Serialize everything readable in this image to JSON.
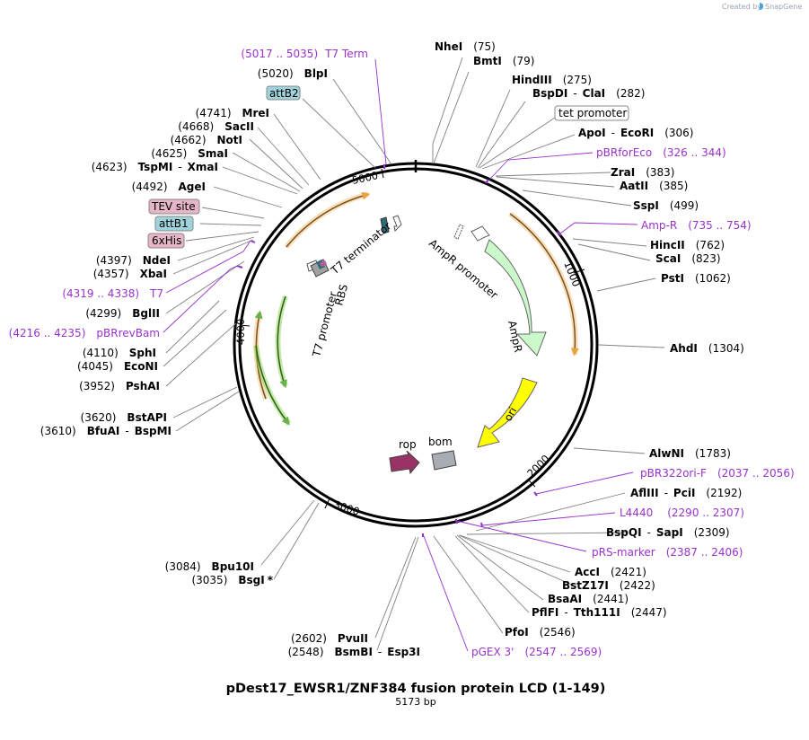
{
  "credit": "Created by",
  "brand": "SnapGene",
  "title": "pDest17_EWSR1/ZNF384 fusion protein LCD (1-149)",
  "length": "5173 bp",
  "ticks": [
    "1000",
    "2000",
    "3000",
    "4000",
    "5000"
  ],
  "right_labels": [
    {
      "name": "NheI",
      "pos": "(75)",
      "type": "enzyme"
    },
    {
      "name": "BmtI",
      "pos": "(79)",
      "type": "enzyme"
    },
    {
      "name": "HindIII",
      "pos": "(275)",
      "type": "enzyme"
    },
    {
      "name": "BspDI",
      "sep": "-",
      "name2": "ClaI",
      "pos": "(282)",
      "type": "enzyme"
    },
    {
      "name": "tet promoter",
      "type": "boxed"
    },
    {
      "name": "ApoI",
      "sep": "-",
      "name2": "EcoRI",
      "pos": "(306)",
      "type": "enzyme"
    },
    {
      "name": "pBRforEco",
      "pos": "(326 .. 344)",
      "type": "primer"
    },
    {
      "name": "ZraI",
      "pos": "(383)",
      "type": "enzyme"
    },
    {
      "name": "AatII",
      "pos": "(385)",
      "type": "enzyme"
    },
    {
      "name": "SspI",
      "pos": "(499)",
      "type": "enzyme"
    },
    {
      "name": "Amp-R",
      "pos": "(735 .. 754)",
      "type": "primer"
    },
    {
      "name": "HincII",
      "pos": "(762)",
      "type": "enzyme"
    },
    {
      "name": "ScaI",
      "pos": "(823)",
      "type": "enzyme"
    },
    {
      "name": "PstI",
      "pos": "(1062)",
      "type": "enzyme"
    },
    {
      "name": "AhdI",
      "pos": "(1304)",
      "type": "enzyme"
    },
    {
      "name": "AlwNI",
      "pos": "(1783)",
      "type": "enzyme"
    },
    {
      "name": "pBR322ori-F",
      "pos": "(2037 .. 2056)",
      "type": "primer"
    },
    {
      "name": "AflIII",
      "sep": "-",
      "name2": "PciI",
      "pos": "(2192)",
      "type": "enzyme"
    },
    {
      "name": "L4440",
      "pos": "(2290 .. 2307)",
      "type": "primer"
    },
    {
      "name": "BspQI",
      "sep": "-",
      "name2": "SapI",
      "pos": "(2309)",
      "type": "enzyme"
    },
    {
      "name": "pRS-marker",
      "pos": "(2387 .. 2406)",
      "type": "primer"
    },
    {
      "name": "AccI",
      "pos": "(2421)",
      "type": "enzyme"
    },
    {
      "name": "BstZ17I",
      "pos": "(2422)",
      "type": "enzyme"
    },
    {
      "name": "BsaAI",
      "pos": "(2441)",
      "type": "enzyme"
    },
    {
      "name": "PflFI",
      "sep": "-",
      "name2": "Tth111I",
      "pos": "(2447)",
      "type": "enzyme"
    },
    {
      "name": "PfoI",
      "pos": "(2546)",
      "type": "enzyme"
    },
    {
      "name": "pGEX 3'",
      "pos": "(2547 .. 2569)",
      "type": "primer"
    }
  ],
  "left_labels": [
    {
      "name": "T7 Term",
      "pos": "(5017 .. 5035)",
      "type": "primer"
    },
    {
      "name": "BlpI",
      "pos": "(5020)",
      "type": "enzyme"
    },
    {
      "name": "attB2",
      "type": "boxed-blue"
    },
    {
      "name": "MreI",
      "pos": "(4741)",
      "type": "enzyme"
    },
    {
      "name": "SacII",
      "pos": "(4668)",
      "type": "enzyme"
    },
    {
      "name": "NotI",
      "pos": "(4662)",
      "type": "enzyme"
    },
    {
      "name": "SmaI",
      "pos": "(4625)",
      "type": "enzyme"
    },
    {
      "name": "TspMI",
      "sep": "-",
      "name2": "XmaI",
      "pos": "(4623)",
      "type": "enzyme"
    },
    {
      "name": "AgeI",
      "pos": "(4492)",
      "type": "enzyme"
    },
    {
      "name": "TEV site",
      "type": "boxed-pink"
    },
    {
      "name": "attB1",
      "type": "boxed-blue"
    },
    {
      "name": "6xHis",
      "type": "boxed-pink"
    },
    {
      "name": "NdeI",
      "pos": "(4397)",
      "type": "enzyme"
    },
    {
      "name": "XbaI",
      "pos": "(4357)",
      "type": "enzyme"
    },
    {
      "name": "T7",
      "pos": "(4319 .. 4338)",
      "type": "primer"
    },
    {
      "name": "BglII",
      "pos": "(4299)",
      "type": "enzyme"
    },
    {
      "name": "pBRrevBam",
      "pos": "(4216 .. 4235)",
      "type": "primer"
    },
    {
      "name": "SphI",
      "pos": "(4110)",
      "type": "enzyme"
    },
    {
      "name": "EcoNI",
      "pos": "(4045)",
      "type": "enzyme"
    },
    {
      "name": "PshAI",
      "pos": "(3952)",
      "type": "enzyme"
    },
    {
      "name": "BstAPI",
      "pos": "(3620)",
      "type": "enzyme"
    },
    {
      "name": "BfuAI",
      "sep": "-",
      "name2": "BspMI",
      "pos": "(3610)",
      "type": "enzyme"
    },
    {
      "name": "Bpu10I",
      "pos": "(3084)",
      "type": "enzyme"
    },
    {
      "name": "BsgI",
      "suffix": "*",
      "pos": "(3035)",
      "type": "enzyme"
    },
    {
      "name": "PvuII",
      "pos": "(2602)",
      "type": "enzyme"
    },
    {
      "name": "BsmBI",
      "sep": "-",
      "name2": "Esp3I",
      "pos": "(2548)",
      "type": "enzyme"
    }
  ],
  "features": [
    {
      "name": "AmpR promoter",
      "color": "#ffffff"
    },
    {
      "name": "AmpR",
      "color": "#ccf9cc"
    },
    {
      "name": "ori",
      "color": "#ffff00"
    },
    {
      "name": "rop",
      "color": "#993366"
    },
    {
      "name": "bom",
      "color": "#a7adb3"
    },
    {
      "name": "T7 terminator",
      "color": "#2f6d7a"
    },
    {
      "name": "T7 promoter",
      "color": "#ffffff"
    },
    {
      "name": "RBS",
      "color": "#a0a0a0"
    }
  ],
  "colors": {
    "primer": "#9932cc",
    "orf": "#e8a33c",
    "green_orf": "#8ad14d"
  }
}
